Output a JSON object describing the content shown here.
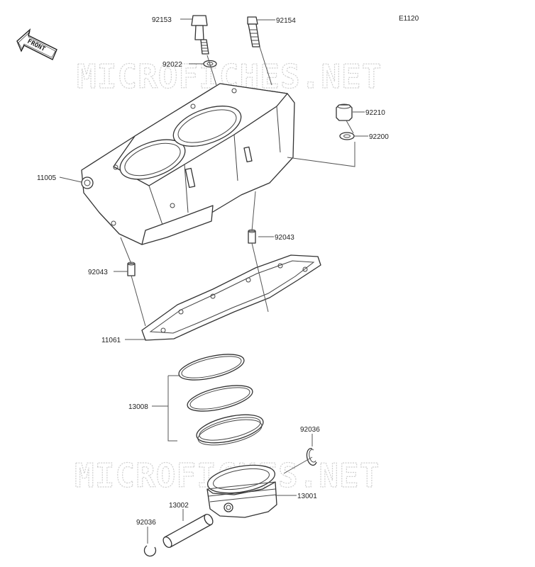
{
  "figure_code": "E1120",
  "watermark": "MICROFICHES.NET",
  "front_arrow_label": "FRONT",
  "parts": {
    "p92153": "92153",
    "p92154": "92154",
    "p92022": "92022",
    "p92210": "92210",
    "p92200": "92200",
    "p11005": "11005",
    "p92043_right": "92043",
    "p92043_left": "92043",
    "p11061": "11061",
    "p13008": "13008",
    "p92036_top": "92036",
    "p13001": "13001",
    "p13002": "13002",
    "p92036_bottom": "92036"
  }
}
